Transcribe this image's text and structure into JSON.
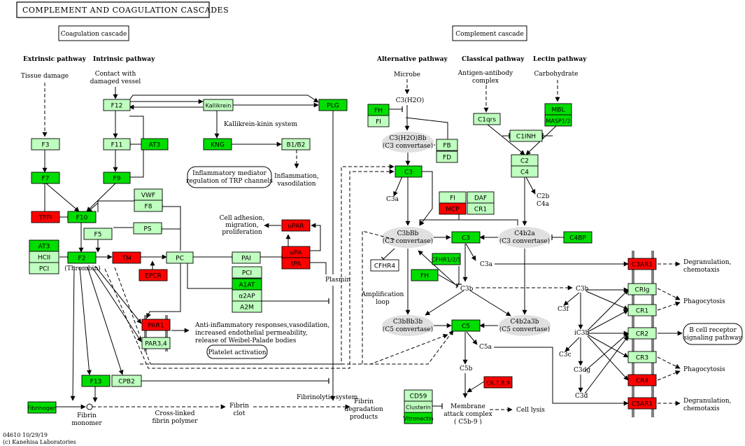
{
  "colors": {
    "upregulated": "#ff0000",
    "present": "#00dd00",
    "light": "#bfffbf",
    "outline": "#ffffff"
  },
  "title": "COMPLEMENT AND COAGULATION CASCADES",
  "footer": {
    "code": "04610 10/29/19",
    "copyright": "(c) Kanehisa Laboratories"
  },
  "section_boxes": {
    "coag": "Coagulation cascade",
    "comp": "Complement cascade",
    "inflam": [
      "Inflammatory mediator",
      "regulation of TRP channels"
    ],
    "platelet": "Platelet activation",
    "bcell": [
      "B cell receptor",
      "signaling pathway"
    ]
  },
  "pathway_headings": {
    "extrinsic": "Extrinsic pathway",
    "intrinsic": "Intrinsic pathway",
    "alternative": "Alternative pathway",
    "classical": "Classical pathway",
    "lectin": "Lectin pathway"
  },
  "labels": {
    "tissue_damage": "Tissue damage",
    "contact": [
      "Contact with",
      "damaged vessel"
    ],
    "kinin": "Kallikrein-kinin system",
    "inflammation": [
      "Inflammation,",
      "vasodilation"
    ],
    "thrombin": "(Thrombin)",
    "cell_adhesion": [
      "Cell adhesion,",
      "migration,",
      "proliferation"
    ],
    "plasmin": "Plasmin",
    "anti_inflam": [
      "Anti-inflammatory responses,vasodilation,",
      "increased endothelial permeability,",
      "release of Weibel-Palade bodies"
    ],
    "fibrinolytic": "Fibrinolytic system",
    "fibrin_degradation": [
      "Fibrin",
      "degradation",
      "products"
    ],
    "fibrin_monomer": [
      "Fibrin",
      "monomer"
    ],
    "crosslinked": [
      "Cross-linked",
      "fibrin polymer"
    ],
    "fibrin_clot": [
      "Fibrin",
      "clot"
    ],
    "microbe": "Microbe",
    "c3h2o": "C3(H2O)",
    "antigen": [
      "Antigen-antibody",
      "complex"
    ],
    "carbohydrate": "Carbohydrate",
    "c3a_1": "C3a",
    "c3a_2": "C3a",
    "c2b": [
      "C2b",
      "C4a"
    ],
    "amplification": [
      "Amplification",
      "loop"
    ],
    "c3b_1": "C3b",
    "c3b_2": "C3b",
    "c3f": "C3f",
    "ic3b": "iC3b",
    "c3c": "C3c",
    "c3dg": "C3dg",
    "c3d": "C3d",
    "c5a": "C5a",
    "c5b": "C5b",
    "mac": [
      "Membrane",
      "attack complex",
      "( C5b-9 )"
    ],
    "cell_lysis": "Cell lysis",
    "degran1": [
      "Degranulation,",
      "chemotaxis"
    ],
    "degran2": [
      "Degranulation,",
      "chemotaxis"
    ],
    "phago1": "Phagocytosis",
    "phago2": "Phagocytosis"
  },
  "convertases": {
    "c3h2obb": [
      "C3(H2O)Bb",
      "(C3 convertase)"
    ],
    "c3bbb": [
      "C3bBb",
      "(C3 convertase)"
    ],
    "c4b2a": [
      "C4b2a",
      "(C3 convertase)"
    ],
    "c3bbb3b": [
      "C3bBb3b",
      "(C5 convertase)"
    ],
    "c4b2a3b": [
      "C4b2a3b",
      "(C5 convertase)"
    ]
  },
  "genes": {
    "F3": {
      "label": "F3",
      "state": "light"
    },
    "F7": {
      "label": "F7",
      "state": "present"
    },
    "TFPI": {
      "label": "TFPI",
      "state": "upregulated"
    },
    "F12": {
      "label": "F12",
      "state": "light"
    },
    "F11": {
      "label": "F11",
      "state": "light"
    },
    "AT3a": {
      "label": "AT3",
      "state": "present"
    },
    "F9": {
      "label": "F9",
      "state": "present"
    },
    "F10": {
      "label": "F10",
      "state": "present"
    },
    "VWF": {
      "label": "VWF",
      "state": "light"
    },
    "F8": {
      "label": "F8",
      "state": "light"
    },
    "F5": {
      "label": "F5",
      "state": "light"
    },
    "PS": {
      "label": "PS",
      "state": "light"
    },
    "AT3b": {
      "label": "AT3",
      "state": "present"
    },
    "HCII": {
      "label": "HCII",
      "state": "light"
    },
    "PCI1": {
      "label": "PCI",
      "state": "light"
    },
    "F2": {
      "label": "F2",
      "state": "present"
    },
    "TM": {
      "label": "TM",
      "state": "upregulated"
    },
    "EPCR": {
      "label": "EPCR",
      "state": "upregulated"
    },
    "PC": {
      "label": "PC",
      "state": "light"
    },
    "Kallikrein": {
      "label": "Kallikrein",
      "state": "light"
    },
    "KNG": {
      "label": "KNG",
      "state": "present"
    },
    "B1B2": {
      "label": "B1/B2",
      "state": "light"
    },
    "PLG": {
      "label": "PLG",
      "state": "present"
    },
    "uPAR": {
      "label": "uPAR",
      "state": "upregulated"
    },
    "uPA": {
      "label": "uPA",
      "state": "upregulated"
    },
    "tPA": {
      "label": "tPA",
      "state": "upregulated"
    },
    "PAI": {
      "label": "PAI",
      "state": "light"
    },
    "PCI2": {
      "label": "PCI",
      "state": "light"
    },
    "A1AT": {
      "label": "A1AT",
      "state": "present"
    },
    "a2AP": {
      "label": "α2AP",
      "state": "light"
    },
    "A2M": {
      "label": "A2M",
      "state": "light"
    },
    "PAR1": {
      "label": "PAR1",
      "state": "upregulated"
    },
    "PAR34": {
      "label": "PAR3,4",
      "state": "light"
    },
    "F13": {
      "label": "F13",
      "state": "present"
    },
    "CPB2": {
      "label": "CPB2",
      "state": "light"
    },
    "Fibrinogen": {
      "label": "Fibrinogen",
      "state": "present"
    },
    "FH1": {
      "label": "FH",
      "state": "present"
    },
    "FI1": {
      "label": "FI",
      "state": "light"
    },
    "FB": {
      "label": "FB",
      "state": "light"
    },
    "FD": {
      "label": "FD",
      "state": "light"
    },
    "C3a": {
      "label": "C3",
      "state": "present"
    },
    "C1qrs": {
      "label": "C1qrs",
      "state": "light"
    },
    "MBL": {
      "label": "MBL",
      "state": "present"
    },
    "MASP": {
      "label": "MASP1/2",
      "state": "present"
    },
    "C1INH": {
      "label": "C1INH",
      "state": "light"
    },
    "C2": {
      "label": "C2",
      "state": "light"
    },
    "C4": {
      "label": "C4",
      "state": "light"
    },
    "FI2": {
      "label": "FI",
      "state": "light"
    },
    "DAF": {
      "label": "DAF",
      "state": "light"
    },
    "MCP": {
      "label": "MCP",
      "state": "upregulated"
    },
    "CR1a": {
      "label": "CR1",
      "state": "light"
    },
    "C3b": {
      "label": "C3",
      "state": "present"
    },
    "C4BP": {
      "label": "C4BP",
      "state": "present"
    },
    "CFHR4": {
      "label": "CFHR4",
      "state": "white"
    },
    "CFHR": {
      "label": "CFHR1/2/5",
      "state": "present"
    },
    "FH2": {
      "label": "FH",
      "state": "present"
    },
    "C5": {
      "label": "C5",
      "state": "present"
    },
    "C6789": {
      "label": "C6,7,8,9",
      "state": "upregulated"
    },
    "CD59": {
      "label": "CD59",
      "state": "light"
    },
    "Clusterin": {
      "label": "Clusterin",
      "state": "light"
    },
    "Vitronectin": {
      "label": "Vitronectin",
      "state": "present"
    },
    "C3AR1": {
      "label": "C3AR1",
      "state": "upregulated"
    },
    "CRIg": {
      "label": "CRIg",
      "state": "light"
    },
    "CR1b": {
      "label": "CR1",
      "state": "light"
    },
    "CR2": {
      "label": "CR2",
      "state": "light"
    },
    "CR3": {
      "label": "CR3",
      "state": "light"
    },
    "CR4": {
      "label": "CR4",
      "state": "upregulated"
    },
    "C5AR1": {
      "label": "C5AR1",
      "state": "upregulated"
    }
  }
}
